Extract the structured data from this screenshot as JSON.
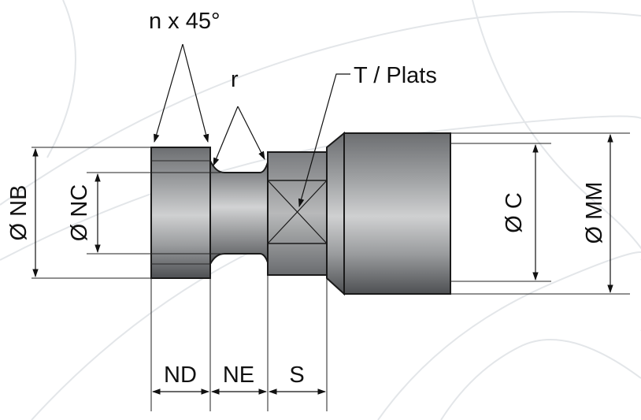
{
  "colors": {
    "background": "#ffffff",
    "watermark": "#e6e9ec",
    "metal_dark": "#5a5c5f",
    "metal_light": "#c9cacb",
    "line": "#111111"
  },
  "labels": {
    "chamfer": "n x 45°",
    "radius": "r",
    "wrench_flats": "T / Plats",
    "dia_nb": "Ø NB",
    "dia_nc": "Ø NC",
    "dia_c": "Ø C",
    "dia_mm": "Ø MM",
    "len_nd": "ND",
    "len_ne": "NE",
    "len_s": "S"
  }
}
